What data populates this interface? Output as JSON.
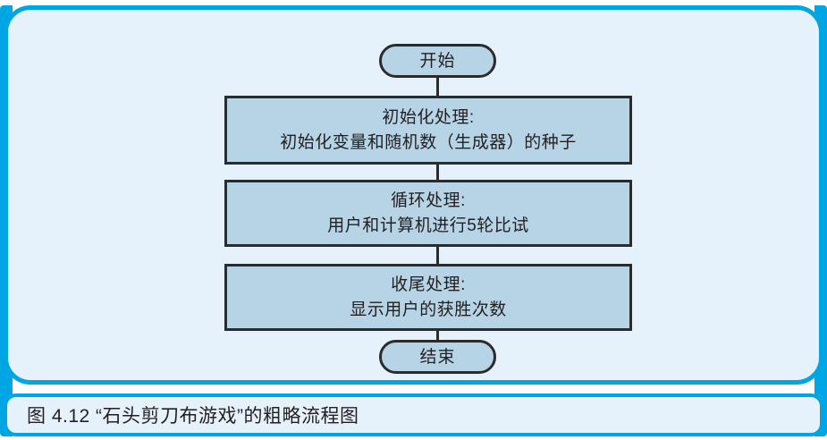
{
  "figure": {
    "caption": "图 4.12  “石头剪刀布游戏”的粗略流程图",
    "frame_color": "#00a5e3",
    "panel_background": "#e6f2fb"
  },
  "flowchart": {
    "type": "flowchart",
    "orientation": "top-to-bottom",
    "node_fill": "#b6d4e6",
    "node_border": "#2b2b2b",
    "nodes": [
      {
        "id": "start",
        "shape": "terminator",
        "lines": [
          "开始"
        ]
      },
      {
        "id": "init",
        "shape": "process",
        "lines": [
          "初始化处理:",
          "初始化变量和随机数（生成器）的种子"
        ]
      },
      {
        "id": "loop",
        "shape": "process",
        "lines": [
          "循环处理:",
          "用户和计算机进行5轮比试"
        ]
      },
      {
        "id": "finish",
        "shape": "process",
        "lines": [
          "收尾处理:",
          "显示用户的获胜次数"
        ]
      },
      {
        "id": "end",
        "shape": "terminator",
        "lines": [
          "结束"
        ]
      }
    ],
    "edges": [
      {
        "from": "start",
        "to": "init"
      },
      {
        "from": "init",
        "to": "loop"
      },
      {
        "from": "loop",
        "to": "finish"
      },
      {
        "from": "finish",
        "to": "end"
      }
    ]
  }
}
